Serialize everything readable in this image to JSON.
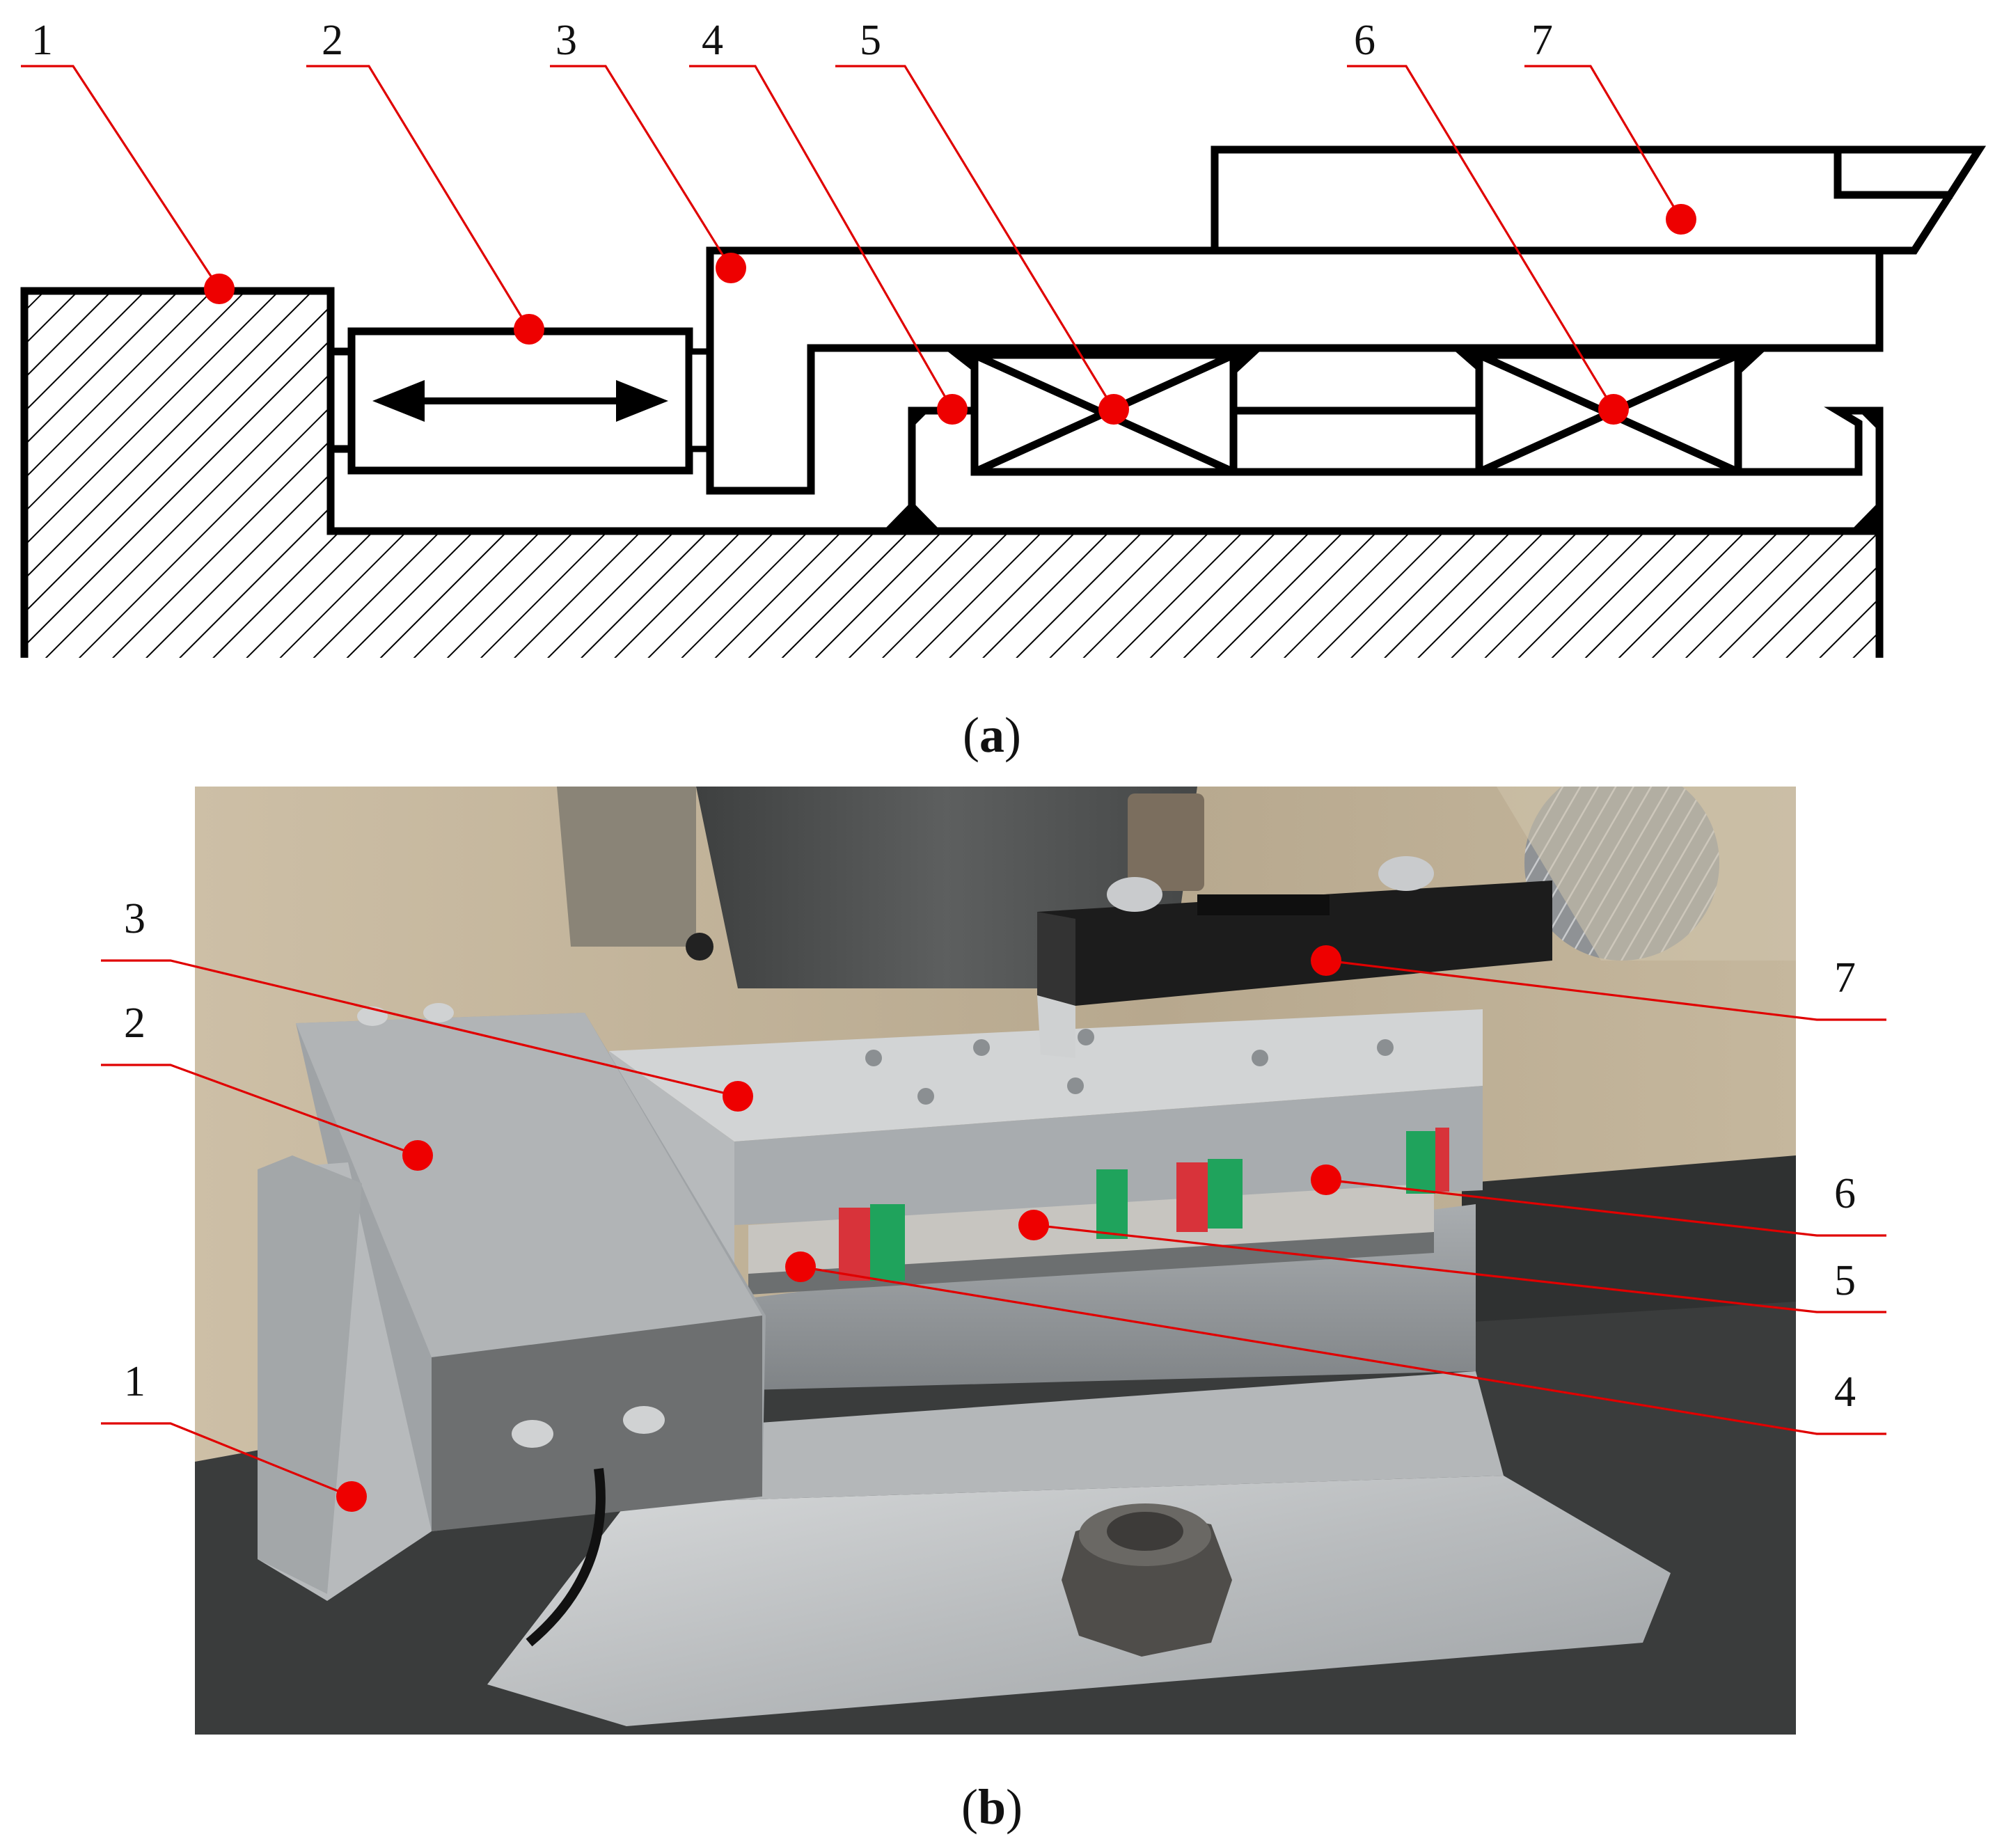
{
  "diagram_a": {
    "labels": [
      "1",
      "2",
      "3",
      "4",
      "5",
      "6",
      "7"
    ],
    "caption_open": "(",
    "caption_letter": "a",
    "caption_close": ")"
  },
  "photo_b": {
    "labels": [
      "3",
      "2",
      "1",
      "7",
      "6",
      "5",
      "4"
    ],
    "caption_open": "(",
    "caption_letter": "b",
    "caption_close": ")"
  },
  "colors": {
    "leader": "#e00000",
    "marker": "#ee0000",
    "rail_green": "#1fa35c",
    "block_red": "#d8333a"
  }
}
